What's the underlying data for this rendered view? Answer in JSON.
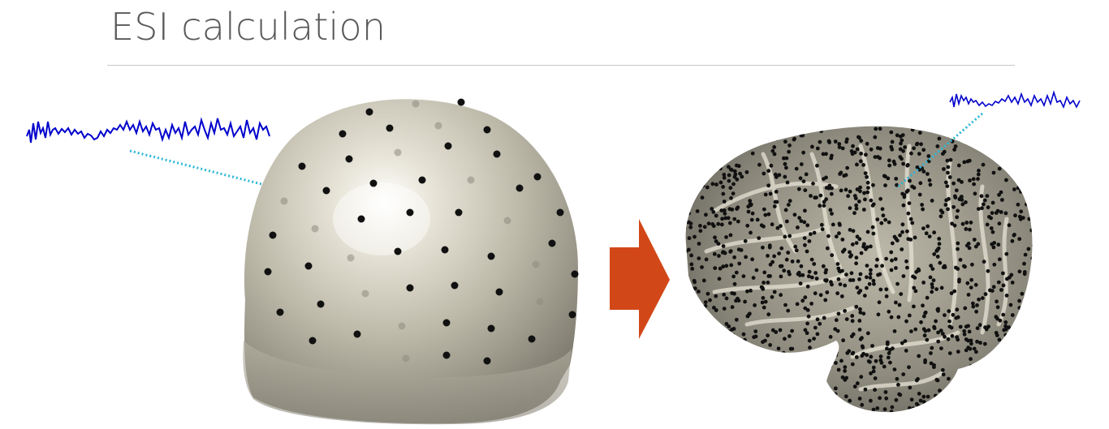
{
  "slide": {
    "title": "ESI calculation"
  },
  "colors": {
    "title_text": "#595959",
    "divider": "#c8c8c8",
    "eeg_trace": "#0000cc",
    "dotted_connector": "#2bb6d6",
    "arrow": "#d24718",
    "head_surface": "#b8b4a4",
    "brain_surface": "#8a8778",
    "electrode_dots": "#111111"
  },
  "figure": {
    "left_panel": "scalp-head-with-electrodes",
    "right_panel": "cortex-surface-with-sources",
    "transition": "right-arrow"
  }
}
